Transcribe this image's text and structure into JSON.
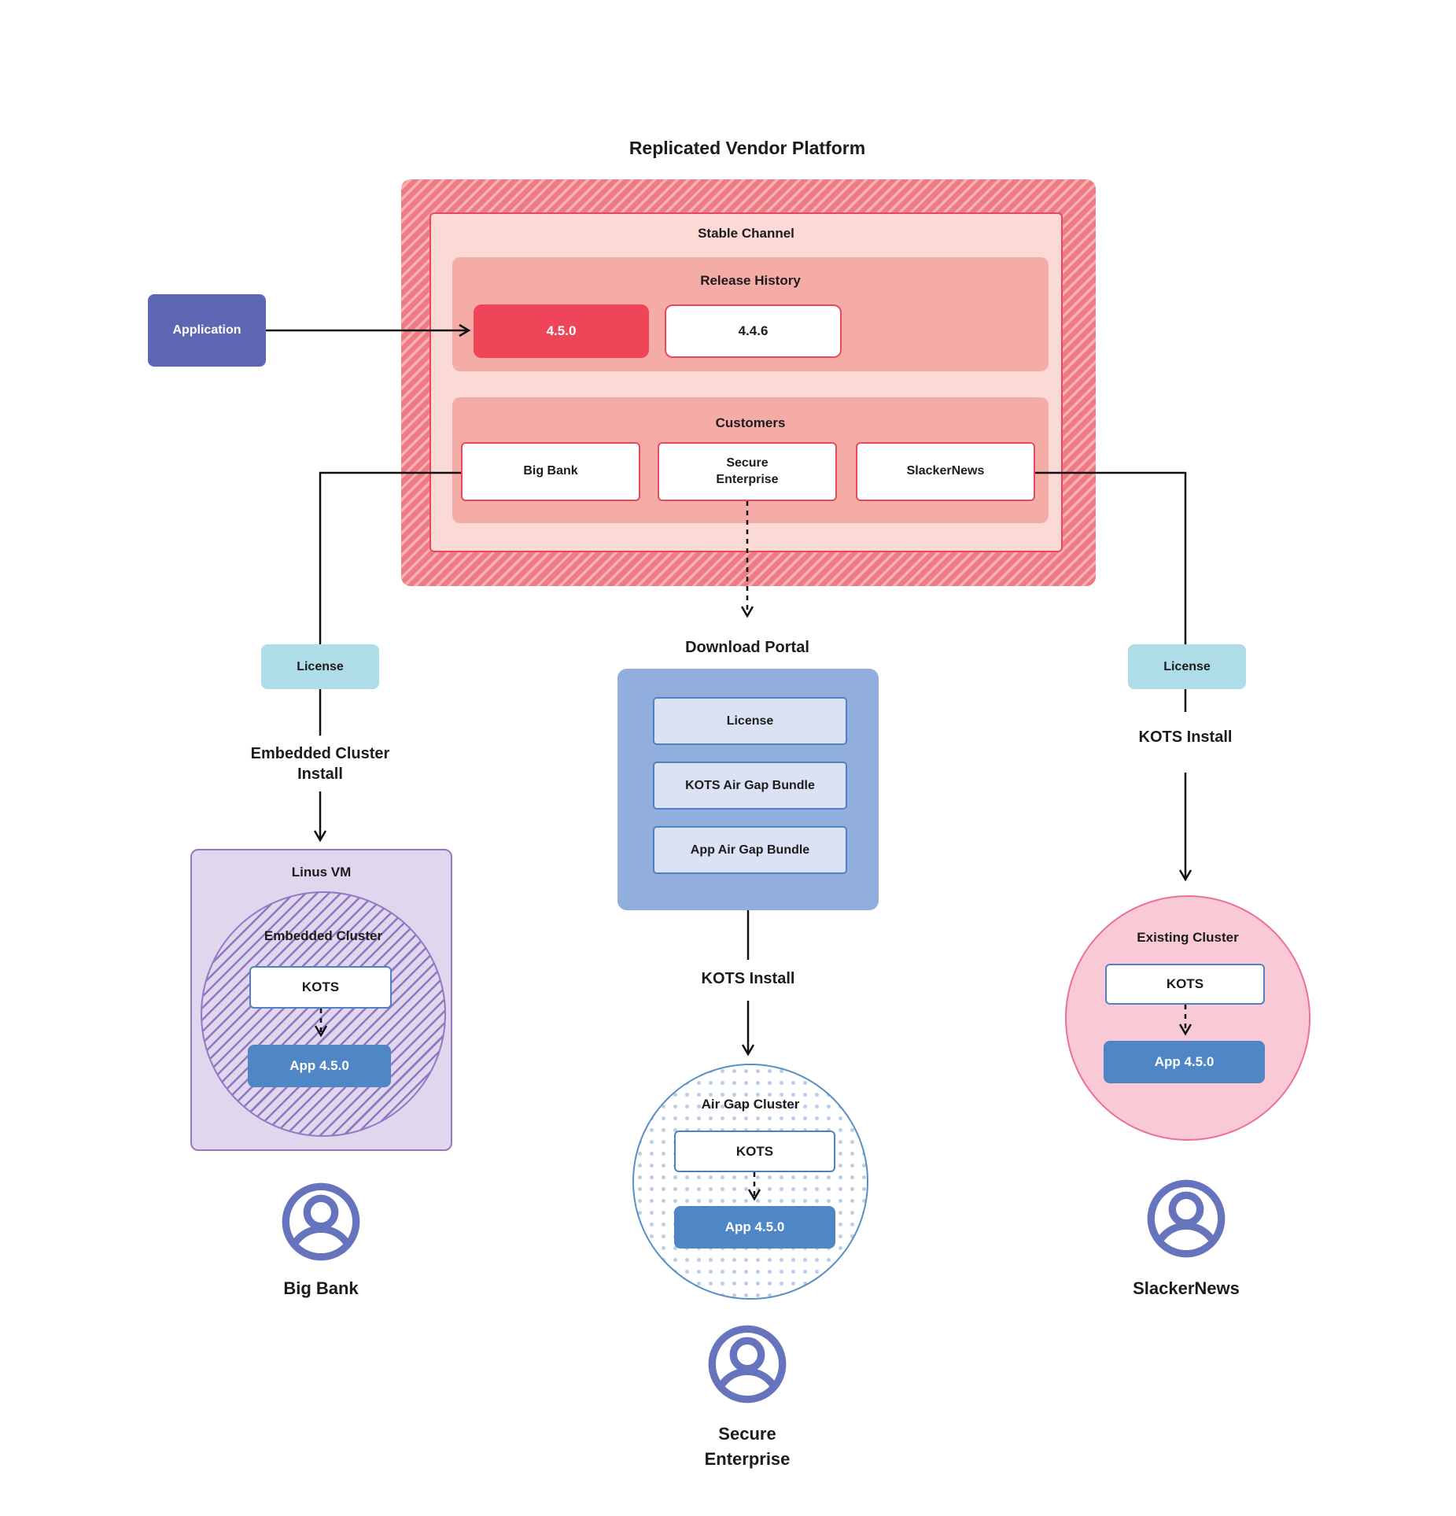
{
  "title": "Replicated Vendor Platform",
  "application": {
    "label": "Application"
  },
  "platform": {
    "stable_channel": {
      "label": "Stable Channel"
    },
    "release_history": {
      "label": "Release History",
      "releases": [
        {
          "version": "4.5.0",
          "highlighted": true
        },
        {
          "version": "4.4.6",
          "highlighted": false
        }
      ]
    },
    "customers": {
      "label": "Customers",
      "items": [
        "Big Bank",
        "Secure Enterprise",
        "SlackerNews"
      ]
    }
  },
  "flows": {
    "big_bank": {
      "license_label": "License",
      "install_label": "Embedded Cluster Install",
      "vm_label": "Linus VM",
      "cluster_label": "Embedded Cluster",
      "kots_label": "KOTS",
      "app_label": "App 4.5.0",
      "user_label": "Big Bank"
    },
    "secure_enterprise": {
      "portal_label": "Download Portal",
      "portal_items": [
        "License",
        "KOTS Air Gap Bundle",
        "App Air Gap Bundle"
      ],
      "install_label": "KOTS Install",
      "cluster_label": "Air Gap Cluster",
      "kots_label": "KOTS",
      "app_label": "App 4.5.0",
      "user_label": "Secure Enterprise"
    },
    "slackernews": {
      "license_label": "License",
      "install_label": "KOTS Install",
      "cluster_label": "Existing Cluster",
      "kots_label": "KOTS",
      "app_label": "App 4.5.0",
      "user_label": "SlackerNews"
    }
  },
  "colors": {
    "hatch_dark": "#ee7b83",
    "hatch_light": "#f7b0b4",
    "stable_pink": "#fbd9d4",
    "panel_pink": "#f5aca6",
    "accent_red": "#e8495e",
    "release_red": "#ee4558",
    "application_purple": "#5c66b2",
    "license_teal": "#aedde8",
    "portal_blue": "#92aedd",
    "portal_item_blue": "#dbe2f4",
    "blue_border": "#4d82c4",
    "app_blue": "#4f86c6",
    "vm_fill": "#ded7ee",
    "vm_border": "#9577c2",
    "vm_stripe": "#9376c2",
    "existing_fill": "#f9cad6",
    "existing_border": "#ed6f95",
    "airgap_border": "#5b8ec4",
    "airgap_dot": "#b9cfe8",
    "person_purple": "#6673bd",
    "text_dark": "#1c1c1c"
  }
}
